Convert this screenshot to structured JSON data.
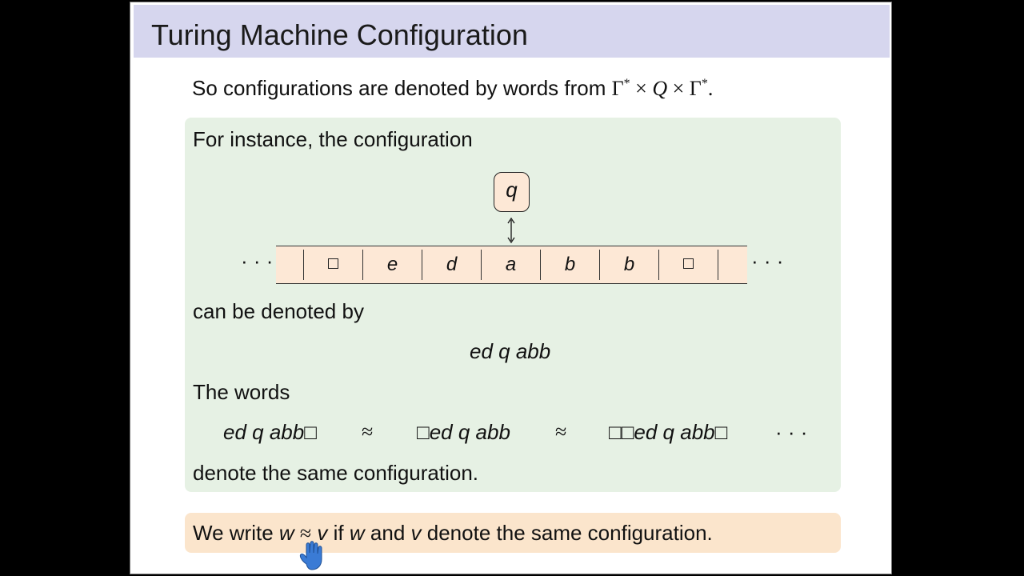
{
  "slide": {
    "title": "Turing Machine Configuration",
    "intro_text": "So configurations are denoted by words from",
    "intro_math": {
      "gamma": "Γ",
      "star": "*",
      "times": "×",
      "q": "Q",
      "end": "."
    }
  },
  "example": {
    "lead": "For instance, the configuration",
    "state": "q",
    "tape_cells": [
      "",
      "□",
      "e",
      "d",
      "a",
      "b",
      "b",
      "□",
      ""
    ],
    "tape_dots_left": "· · ·",
    "tape_dots_right": "· · ·",
    "denoted_by": "can be denoted by",
    "word": "ed q abb",
    "words_label": "The words",
    "eq_words": [
      "ed q abb□",
      "□ed q abb",
      "□□ed q abb□"
    ],
    "approx": "≈",
    "eq_tail": "· · ·",
    "conclusion": "denote the same configuration."
  },
  "definition": {
    "prefix": "We write",
    "w": "w",
    "approx": "≈",
    "v": "v",
    "mid1": "if",
    "mid2": "and",
    "suffix": "denote the same configuration."
  },
  "colors": {
    "title_bg": "#d6d6ee",
    "green_box": "#e6f1e4",
    "orange_box": "#fbe5cc",
    "tape": "#fde8d6",
    "cursor": "#3a7bd5"
  },
  "icons": {
    "cursor": "hand-pointer-icon",
    "arrow": "double-arrow-icon"
  }
}
